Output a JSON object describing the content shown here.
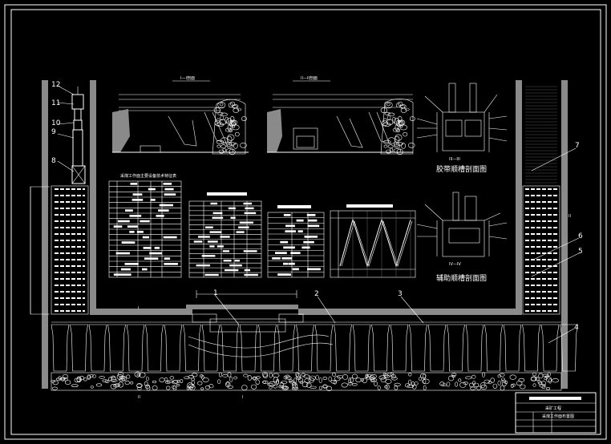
{
  "drawing": {
    "section_titles": {
      "belt_roadway": "胶带顺槽剖面图",
      "aux_roadway": "辅助顺槽剖面图",
      "view_1": "I—I剖面",
      "view_2": "II—II剖面",
      "sec_3": "III—III",
      "sec_4": "IV—IV"
    },
    "callouts_left": [
      "12",
      "11",
      "10",
      "9",
      "8"
    ],
    "callouts_right": [
      "7",
      "6",
      "5",
      "4"
    ],
    "callouts_bottom": [
      "1",
      "2",
      "3"
    ],
    "dimension_marks": [
      "I",
      "II",
      "I",
      "II"
    ],
    "table_title": "采煤工作面主要设备技术特征表",
    "title_block": {
      "company": "采矿工程",
      "drawing_name": "采煤工作面布置图"
    }
  },
  "colors": {
    "background": "#000000",
    "lines": "#ffffff",
    "fill_grey": "#8a8a8a"
  }
}
